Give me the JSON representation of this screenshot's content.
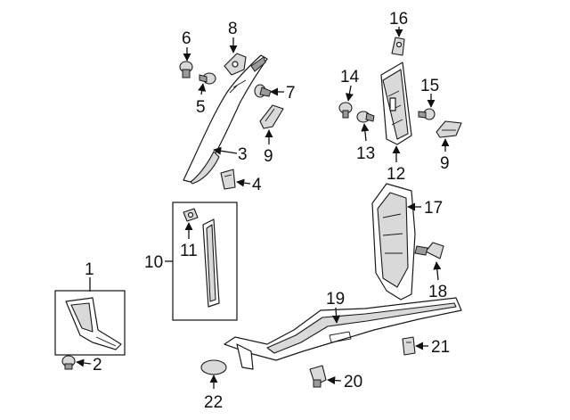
{
  "callouts": {
    "c1": "1",
    "c2": "2",
    "c3": "3",
    "c4": "4",
    "c5": "5",
    "c6": "6",
    "c7": "7",
    "c8": "8",
    "c9a": "9",
    "c9b": "9",
    "c10": "10",
    "c11": "11",
    "c12": "12",
    "c13": "13",
    "c14": "14",
    "c15": "15",
    "c16": "16",
    "c17": "17",
    "c18": "18",
    "c19": "19",
    "c20": "20",
    "c21": "21",
    "c22": "22"
  }
}
